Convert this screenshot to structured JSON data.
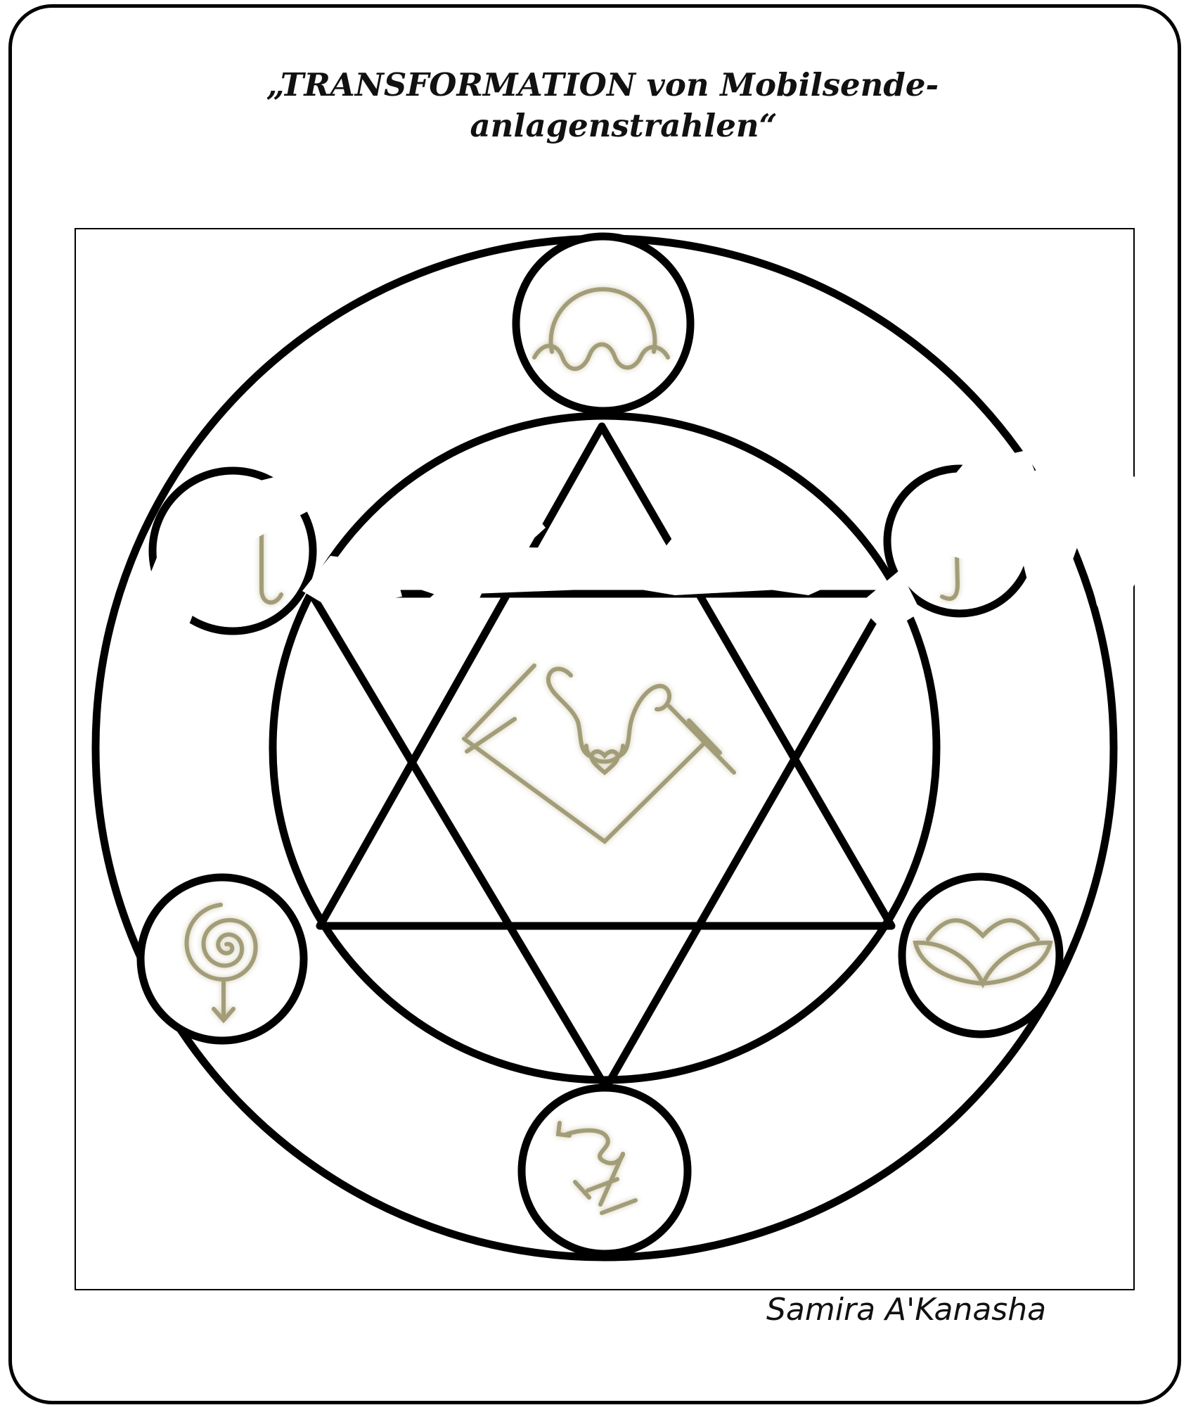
{
  "title": {
    "line1": "„TRANSFORMATION von Mobilsende-",
    "line2": "anlagenstrahlen“"
  },
  "author": "Samira A'Kanasha",
  "colors": {
    "line": "#000000",
    "symbol": "#a29d78",
    "symbol_glow": "#d6d2b8",
    "background": "#ffffff"
  },
  "symbols": [
    {
      "name": "wave-arch-symbol",
      "position": "top"
    },
    {
      "name": "hook-symbol",
      "position": "upper-left"
    },
    {
      "name": "integral-symbol",
      "position": "upper-right"
    },
    {
      "name": "spiral-arrow-symbol",
      "position": "lower-left"
    },
    {
      "name": "heart-vessel-symbol",
      "position": "lower-right"
    },
    {
      "name": "return-arrow-symbol",
      "position": "bottom"
    },
    {
      "name": "heart-cross-symbol",
      "position": "center"
    }
  ]
}
